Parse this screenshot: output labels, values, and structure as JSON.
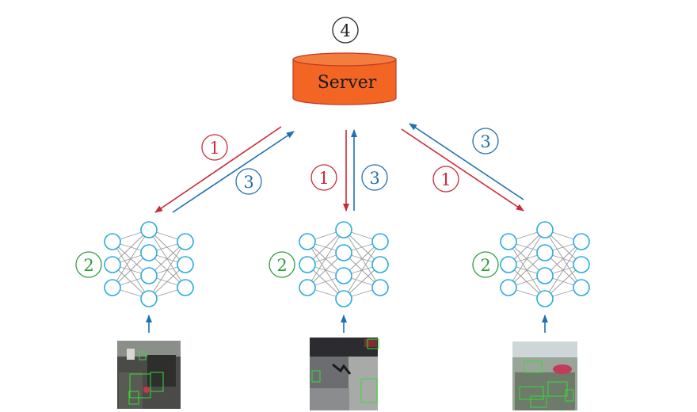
{
  "server": {
    "label": "Server",
    "step_label": "4"
  },
  "arrow_labels": {
    "down": "1",
    "up": "3"
  },
  "client_step_label": "2",
  "clients": [
    {
      "id": "left"
    },
    {
      "id": "center"
    },
    {
      "id": "right"
    }
  ],
  "colors": {
    "server_fill": "#f26522",
    "server_stroke": "#c0392b",
    "download_arrow": "#cc2936",
    "upload_arrow": "#1f6fb4",
    "local_training": "#2e9e3f",
    "network_node": "#29abe2",
    "network_edge": "#9a9a9a"
  }
}
